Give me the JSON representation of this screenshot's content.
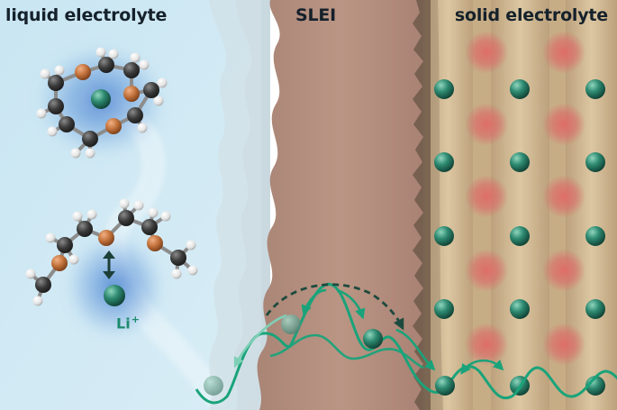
{
  "regions": {
    "liquid_label": "liquid electrolyte",
    "interphase_label": "SLEI",
    "solid_label": "solid electrolyte"
  },
  "ion_label": {
    "symbol": "Li",
    "charge": "+"
  },
  "colors": {
    "liquid_background": "#c9e6f2",
    "interphase_background": "#b6907f",
    "solid_background": "#cfb790",
    "lithium_ion": "#2a8a72",
    "anion_site": "#d9736c",
    "energy_profile": "#1aa37a",
    "oxygen_atom": "#c0703a",
    "carbon_atom": "#3d3d3d",
    "hydrogen_atom": "#eeeeee",
    "label_text": "#15212b"
  }
}
